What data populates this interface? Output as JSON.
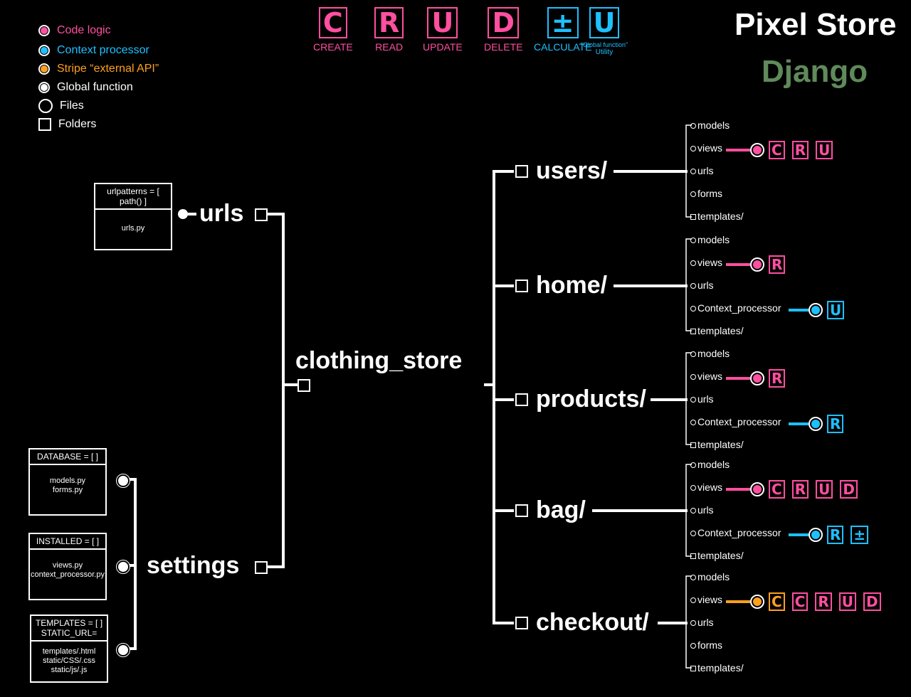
{
  "colors": {
    "code_logic": "#ff4fa0",
    "context": "#1ec0ff",
    "stripe": "#ffa020",
    "global": "#ffffff",
    "django": "#5f8a5a"
  },
  "legend": [
    {
      "label": "Code logic",
      "kind": "filled",
      "color": "#ff4fa0"
    },
    {
      "label": "Context processor",
      "kind": "filled",
      "color": "#1ec0ff"
    },
    {
      "label": "Stripe “external API”",
      "kind": "filled",
      "color": "#ffa020"
    },
    {
      "label": "Global function",
      "kind": "filled",
      "color": "#ffffff"
    },
    {
      "label": "Files",
      "kind": "circle"
    },
    {
      "label": "Folders",
      "kind": "square"
    }
  ],
  "crud_key": [
    {
      "letter": "C",
      "caption": "CREATE",
      "color": "#ff4fa0"
    },
    {
      "letter": "R",
      "caption": "READ",
      "color": "#ff4fa0"
    },
    {
      "letter": "U",
      "caption": "UPDATE",
      "color": "#ff4fa0"
    },
    {
      "letter": "D",
      "caption": "DELETE",
      "color": "#ff4fa0"
    },
    {
      "letter": "±",
      "caption": "CALCULATE",
      "color": "#1ec0ff"
    },
    {
      "letter": "U",
      "caption": "“Global function”",
      "caption2": "Utility",
      "color": "#1ec0ff"
    }
  ],
  "header": {
    "title": "Pixel Store",
    "subtitle": "Django"
  },
  "root": {
    "label": "clothing_store"
  },
  "left_nodes": {
    "urls": "urls",
    "settings": "settings"
  },
  "urls_box": {
    "header": "urlpatterns = [ path() ]",
    "body": "urls.py"
  },
  "settings_boxes": [
    {
      "header": "DATABASE = [  ]",
      "body": [
        "models.py",
        "forms.py"
      ]
    },
    {
      "header": "INSTALLED = [  ]",
      "body": [
        "views.py",
        "context_processor.py"
      ]
    },
    {
      "header": "TEMPLATES = [  ]\nSTATIC_URL=",
      "body": [
        "templates/.html",
        "static/CSS/.css",
        "static/js/.js"
      ]
    }
  ],
  "apps": [
    {
      "label": "users/",
      "leaves": [
        {
          "name": "models",
          "type": "file"
        },
        {
          "name": "views",
          "type": "file",
          "tag": {
            "color": "#ff4fa0",
            "letters": [
              "C",
              "R",
              "U"
            ]
          }
        },
        {
          "name": "urls",
          "type": "file"
        },
        {
          "name": "forms",
          "type": "file"
        },
        {
          "name": "templates/",
          "type": "folder"
        }
      ]
    },
    {
      "label": "home/",
      "leaves": [
        {
          "name": "models",
          "type": "file"
        },
        {
          "name": "views",
          "type": "file",
          "tag": {
            "color": "#ff4fa0",
            "letters": [
              "R"
            ]
          }
        },
        {
          "name": "urls",
          "type": "file"
        },
        {
          "name": "Context_processor",
          "type": "file",
          "tag": {
            "color": "#1ec0ff",
            "letters": [
              "U"
            ]
          }
        },
        {
          "name": "templates/",
          "type": "folder"
        }
      ]
    },
    {
      "label": "products/",
      "leaves": [
        {
          "name": "models",
          "type": "file"
        },
        {
          "name": "views",
          "type": "file",
          "tag": {
            "color": "#ff4fa0",
            "letters": [
              "R"
            ]
          }
        },
        {
          "name": "urls",
          "type": "file"
        },
        {
          "name": "Context_processor",
          "type": "file",
          "tag": {
            "color": "#1ec0ff",
            "letters": [
              "R"
            ]
          }
        },
        {
          "name": "templates/",
          "type": "folder"
        }
      ]
    },
    {
      "label": "bag/",
      "leaves": [
        {
          "name": "models",
          "type": "file"
        },
        {
          "name": "views",
          "type": "file",
          "tag": {
            "color": "#ff4fa0",
            "letters": [
              "C",
              "R",
              "U",
              "D"
            ]
          }
        },
        {
          "name": "urls",
          "type": "file"
        },
        {
          "name": "Context_processor",
          "type": "file",
          "tag": {
            "color": "#1ec0ff",
            "letters": [
              "R",
              "±"
            ]
          }
        },
        {
          "name": "templates/",
          "type": "folder"
        }
      ]
    },
    {
      "label": "checkout/",
      "leaves": [
        {
          "name": "models",
          "type": "file"
        },
        {
          "name": "views",
          "type": "file",
          "tag": {
            "color": "#ffa020",
            "letters": [
              "C",
              "C",
              "R",
              "U",
              "D"
            ],
            "first_color": "#ffa020",
            "rest_color": "#ff4fa0"
          }
        },
        {
          "name": "urls",
          "type": "file"
        },
        {
          "name": "forms",
          "type": "file"
        },
        {
          "name": "templates/",
          "type": "folder"
        }
      ]
    }
  ]
}
